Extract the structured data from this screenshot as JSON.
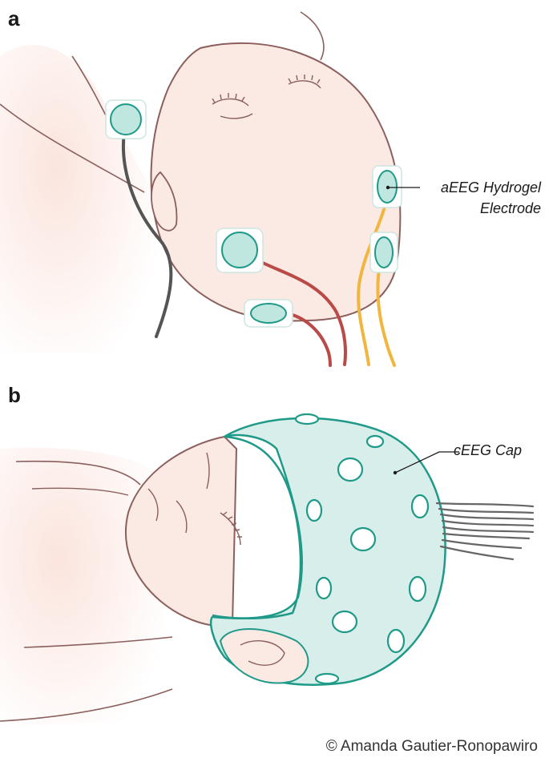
{
  "panels": {
    "a": {
      "letter": "a",
      "callout_line1": "aEEG Hydrogel",
      "callout_line2": "Electrode"
    },
    "b": {
      "letter": "b",
      "callout": "cEEG Cap"
    }
  },
  "copyright": "© Amanda Gautier-Ronopawiro",
  "colors": {
    "skin": "#fbe9e4",
    "skin_outline": "#8a5f5c",
    "electrode_fill": "#bfe6df",
    "electrode_outline": "#1f9a88",
    "cap_fill": "#d8eeea",
    "cap_outline": "#1f9a88",
    "wire_gray": "#555555",
    "wire_red": "#b94a48",
    "wire_yellow": "#f1b63f"
  }
}
